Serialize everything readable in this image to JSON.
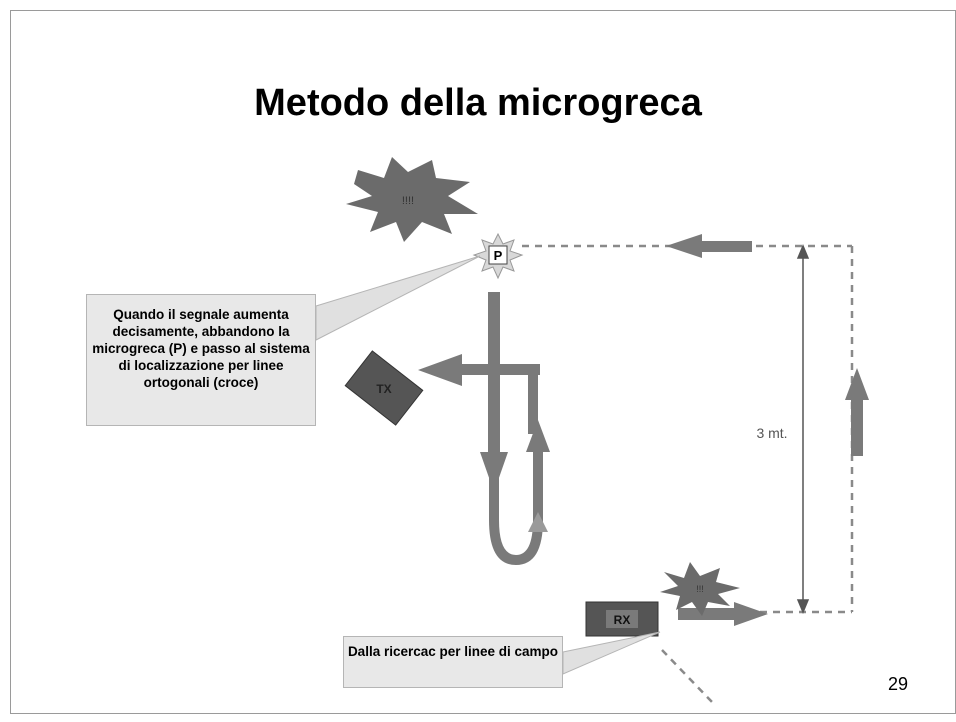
{
  "slide": {
    "title": "Metodo della microgreca",
    "page_number": "29"
  },
  "callouts": [
    "Quando il segnale aumenta decisamente, abbandono la microgreca (P) e passo al sistema di localizzazione per linee ortogonali (croce)",
    "Dalla ricercac per linee di campo"
  ],
  "labels": {
    "point": "P",
    "transmitter": "TX",
    "receiver": "RX",
    "distance": "3 mt.",
    "star_large": "!!!!",
    "star_small": "!!!"
  },
  "colors": {
    "arrow_fill": "#7a7a7a",
    "dashed_line": "#8a8a8a",
    "star_fill": "#6b6b6b",
    "device_fill": "#555555",
    "callout_bg": "#e8e8e8"
  }
}
